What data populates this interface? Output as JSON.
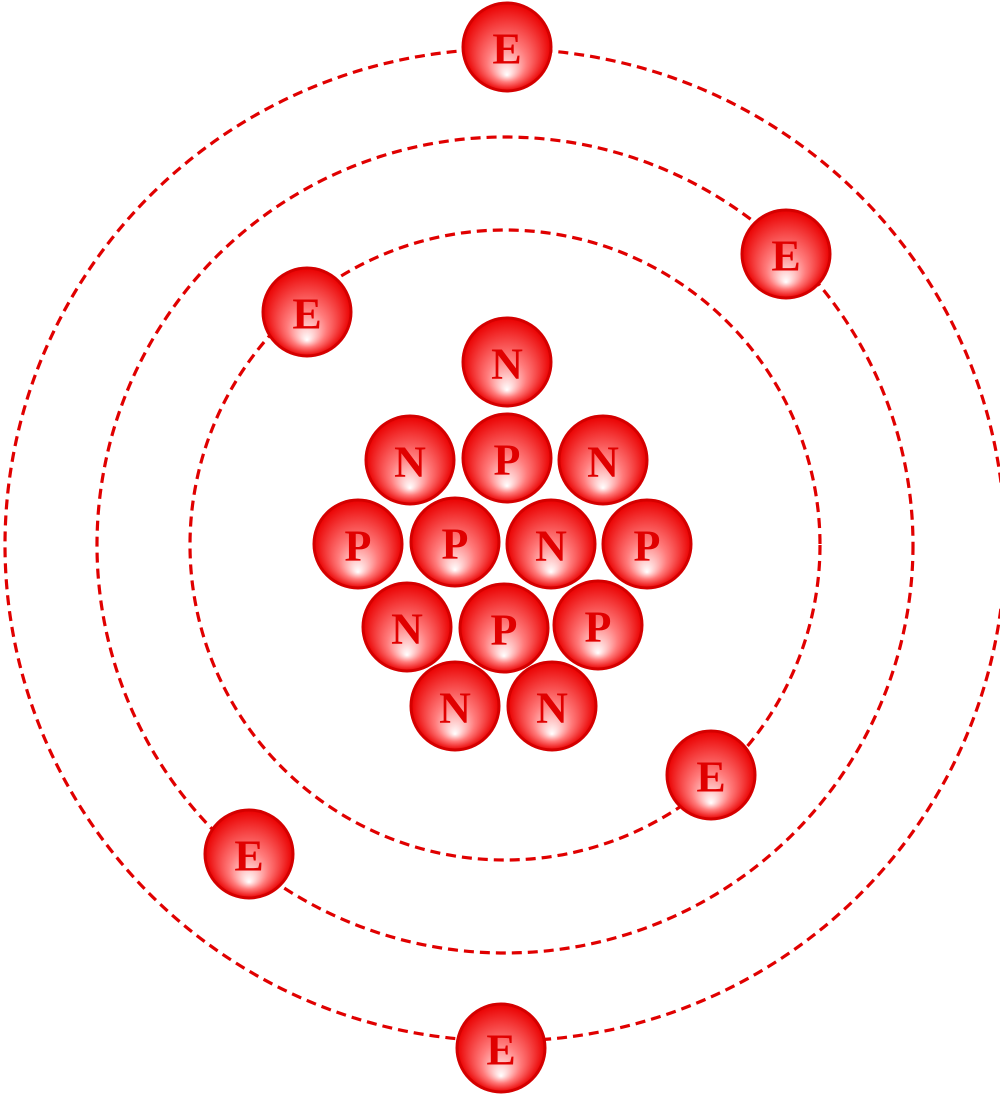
{
  "colors": {
    "particle_core": "#ffffff",
    "particle_mid": "#ff7a7a",
    "particle_edge": "#ea0000",
    "particle_stroke": "#d40000",
    "label": "#e00000",
    "orbit": "#e00000"
  },
  "orbits": [
    {
      "name": "inner-orbit"
    },
    {
      "name": "middle-orbit"
    },
    {
      "name": "outer-orbit"
    }
  ],
  "nucleus": {
    "particles": [
      {
        "type": "neutron",
        "label": "N"
      },
      {
        "type": "neutron",
        "label": "N"
      },
      {
        "type": "proton",
        "label": "P"
      },
      {
        "type": "neutron",
        "label": "N"
      },
      {
        "type": "proton",
        "label": "P"
      },
      {
        "type": "proton",
        "label": "P"
      },
      {
        "type": "neutron",
        "label": "N"
      },
      {
        "type": "proton",
        "label": "P"
      },
      {
        "type": "neutron",
        "label": "N"
      },
      {
        "type": "proton",
        "label": "P"
      },
      {
        "type": "proton",
        "label": "P"
      },
      {
        "type": "neutron",
        "label": "N"
      },
      {
        "type": "neutron",
        "label": "N"
      }
    ]
  },
  "electrons": [
    {
      "orbit": "outer-orbit",
      "label": "E"
    },
    {
      "orbit": "middle-orbit",
      "label": "E"
    },
    {
      "orbit": "inner-orbit",
      "label": "E"
    },
    {
      "orbit": "inner-orbit",
      "label": "E"
    },
    {
      "orbit": "middle-orbit",
      "label": "E"
    },
    {
      "orbit": "outer-orbit",
      "label": "E"
    }
  ]
}
